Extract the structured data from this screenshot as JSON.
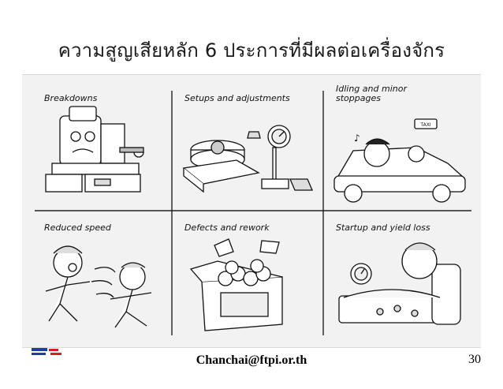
{
  "slide": {
    "title": "ความสูญเสียหลัก 6 ประการที่มีผลต่อเครื่องจักร",
    "footer_email": "Chanchai@ftpi.or.th",
    "page_number": "30"
  },
  "panels": [
    {
      "label": "Breakdowns"
    },
    {
      "label": "Setups and adjustments"
    },
    {
      "label_line1": "Idling and minor",
      "label_line2": "stoppages",
      "taxi_sign": "TAXI"
    },
    {
      "label": "Reduced speed"
    },
    {
      "label": "Defects and rework"
    },
    {
      "label": "Startup and yield loss"
    }
  ],
  "colors": {
    "logo_blue": "#1f3f9b",
    "logo_red": "#d0202a"
  }
}
